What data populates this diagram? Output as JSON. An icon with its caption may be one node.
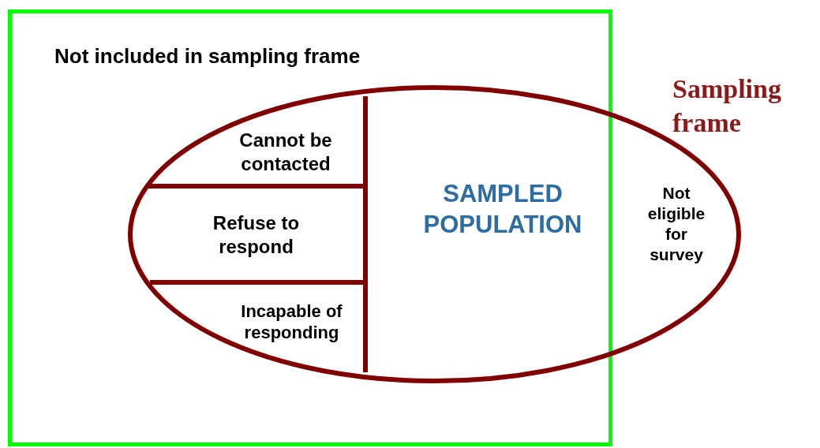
{
  "diagram": {
    "nodes": [
      {
        "text": [
          "Not included in sampling frame"
        ]
      },
      {
        "text": [
          "Sampling frame"
        ]
      },
      {
        "text": [
          "Cannot be contacted"
        ]
      },
      {
        "text": [
          "Refuse to respond"
        ]
      },
      {
        "text": [
          "Incapable of responding"
        ]
      },
      {
        "text": [
          "SAMPLED POPULATION"
        ]
      },
      {
        "text": [
          "Not eligible for survey"
        ],
        "in": 1
      }
    ],
    "edges": []
  }
}
